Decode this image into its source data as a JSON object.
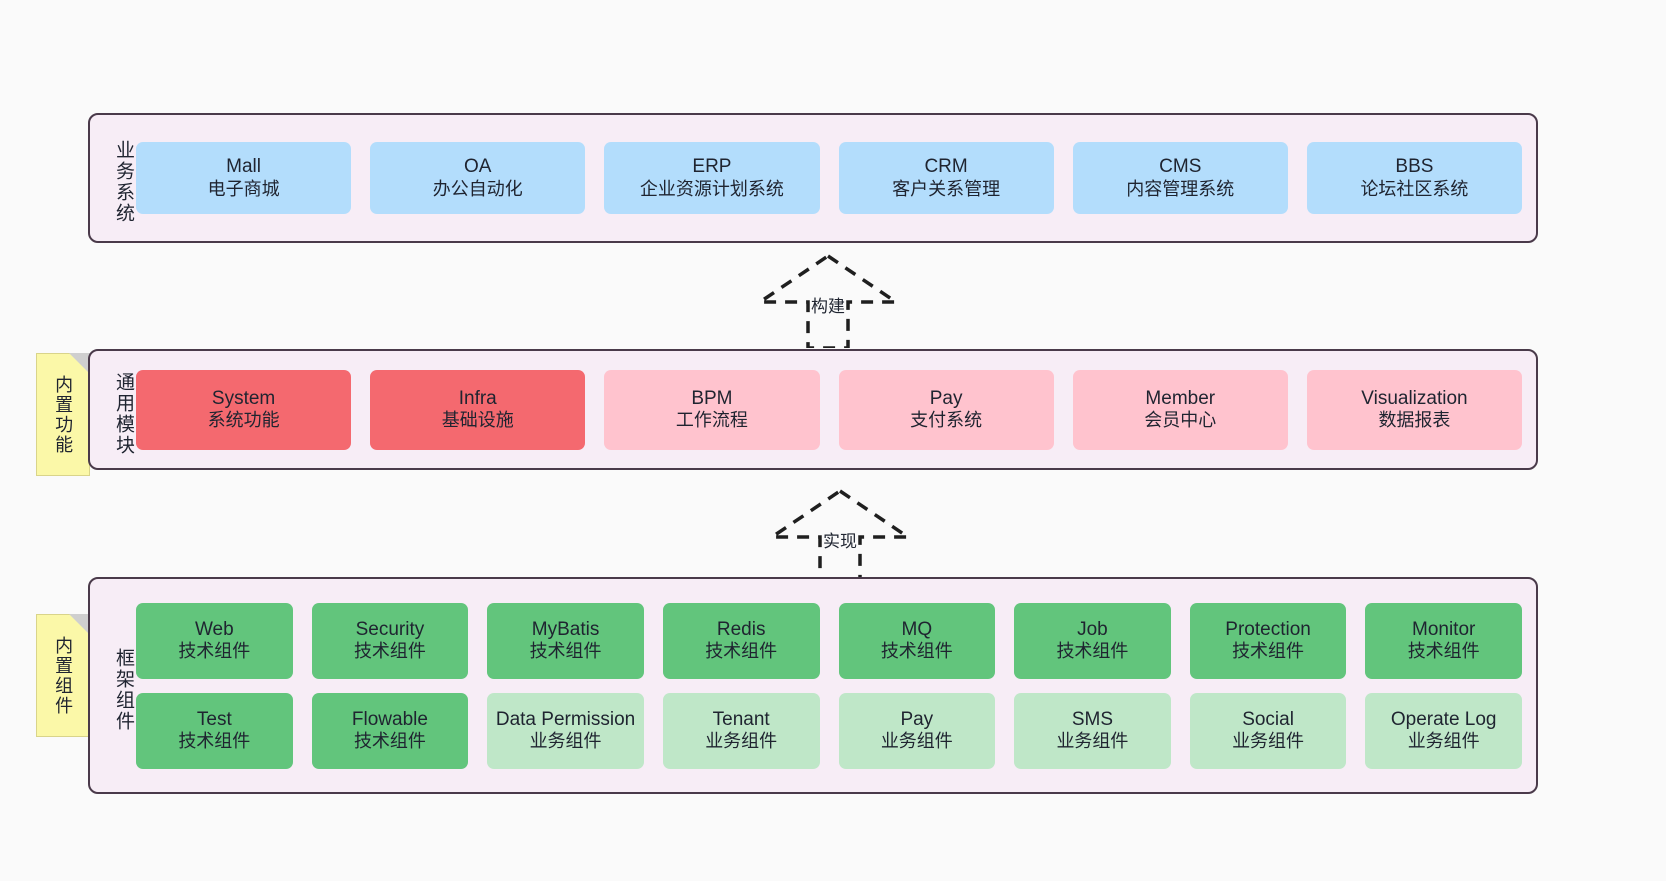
{
  "diagram": {
    "background": "#fafafa",
    "layers": [
      {
        "id": "business",
        "title": "业务系统",
        "box_color": "#b3ddfc",
        "rows": [
          [
            {
              "name": "Mall",
              "sub": "电子商城"
            },
            {
              "name": "OA",
              "sub": "办公自动化"
            },
            {
              "name": "ERP",
              "sub": "企业资源计划系统"
            },
            {
              "name": "CRM",
              "sub": "客户关系管理"
            },
            {
              "name": "CMS",
              "sub": "内容管理系统"
            },
            {
              "name": "BBS",
              "sub": "论坛社区系统"
            }
          ]
        ]
      },
      {
        "id": "modules",
        "title": "通用模块",
        "rows": [
          [
            {
              "name": "System",
              "sub": "系统功能",
              "color": "#f4696f"
            },
            {
              "name": "Infra",
              "sub": "基础设施",
              "color": "#f4696f"
            },
            {
              "name": "BPM",
              "sub": "工作流程",
              "color": "#ffc3ce"
            },
            {
              "name": "Pay",
              "sub": "支付系统",
              "color": "#ffc3ce"
            },
            {
              "name": "Member",
              "sub": "会员中心",
              "color": "#ffc3ce"
            },
            {
              "name": "Visualization",
              "sub": "数据报表",
              "color": "#ffc3ce"
            }
          ]
        ]
      },
      {
        "id": "framework",
        "title": "框架组件",
        "rows": [
          [
            {
              "name": "Web",
              "sub": "技术组件",
              "color": "#62c57c"
            },
            {
              "name": "Security",
              "sub": "技术组件",
              "color": "#62c57c"
            },
            {
              "name": "MyBatis",
              "sub": "技术组件",
              "color": "#62c57c"
            },
            {
              "name": "Redis",
              "sub": "技术组件",
              "color": "#62c57c"
            },
            {
              "name": "MQ",
              "sub": "技术组件",
              "color": "#62c57c"
            },
            {
              "name": "Job",
              "sub": "技术组件",
              "color": "#62c57c"
            },
            {
              "name": "Protection",
              "sub": "技术组件",
              "color": "#62c57c"
            },
            {
              "name": "Monitor",
              "sub": "技术组件",
              "color": "#62c57c"
            }
          ],
          [
            {
              "name": "Test",
              "sub": "技术组件",
              "color": "#62c57c"
            },
            {
              "name": "Flowable",
              "sub": "技术组件",
              "color": "#62c57c"
            },
            {
              "name": "Data Permission",
              "sub": "业务组件",
              "color": "#bfe7c8"
            },
            {
              "name": "Tenant",
              "sub": "业务组件",
              "color": "#bfe7c8"
            },
            {
              "name": "Pay",
              "sub": "业务组件",
              "color": "#bfe7c8"
            },
            {
              "name": "SMS",
              "sub": "业务组件",
              "color": "#bfe7c8"
            },
            {
              "name": "Social",
              "sub": "业务组件",
              "color": "#bfe7c8"
            },
            {
              "name": "Operate Log",
              "sub": "业务组件",
              "color": "#bfe7c8"
            }
          ]
        ]
      }
    ],
    "notes": [
      {
        "id": "note-modules",
        "text": "内置功能",
        "color": "#fbf8a8"
      },
      {
        "id": "note-framework",
        "text": "内置组件",
        "color": "#fbf8a8"
      }
    ],
    "connectors": [
      {
        "id": "arrow-build",
        "label": "构建",
        "style": "dashed-hollow-triangle-up"
      },
      {
        "id": "arrow-impl",
        "label": "实现",
        "style": "dashed-hollow-triangle-up"
      }
    ]
  }
}
